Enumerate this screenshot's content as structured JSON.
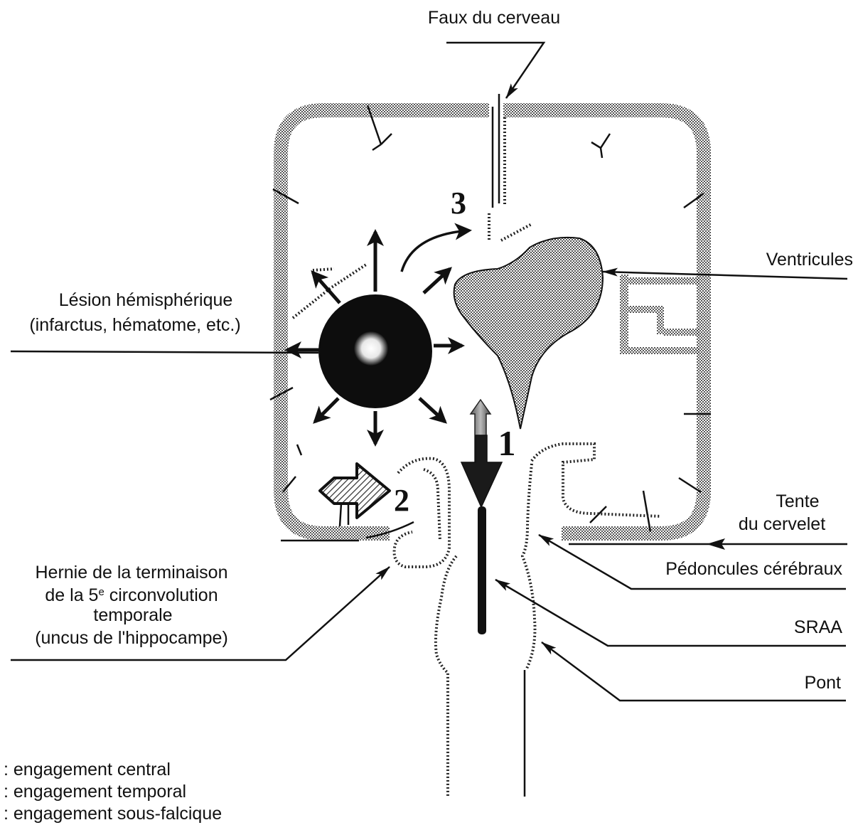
{
  "labels": {
    "falx": "Faux du cerveau",
    "ventricles": "Ventricules",
    "lesion_line1": "Lésion hémisphérique",
    "lesion_line2": "(infarctus, hématome, etc.)",
    "tentorium_line1": "Tente",
    "tentorium_line2": "du cervelet",
    "peduncles": "Pédoncules cérébraux",
    "hernia_line1": "Hernie de la terminaison",
    "hernia_line2_pre": "de la 5",
    "hernia_line2_sup": "e",
    "hernia_line2_post": " circonvolution",
    "hernia_line3": "temporale",
    "hernia_line4": "(uncus de l'hippocampe)",
    "sraa": "SRAA",
    "pons": "Pont"
  },
  "markers": {
    "central": "1",
    "temporal": "2",
    "subfalcine": "3"
  },
  "legend": [
    ": engagement central",
    ": engagement temporal",
    ": engagement sous-falcique"
  ]
}
